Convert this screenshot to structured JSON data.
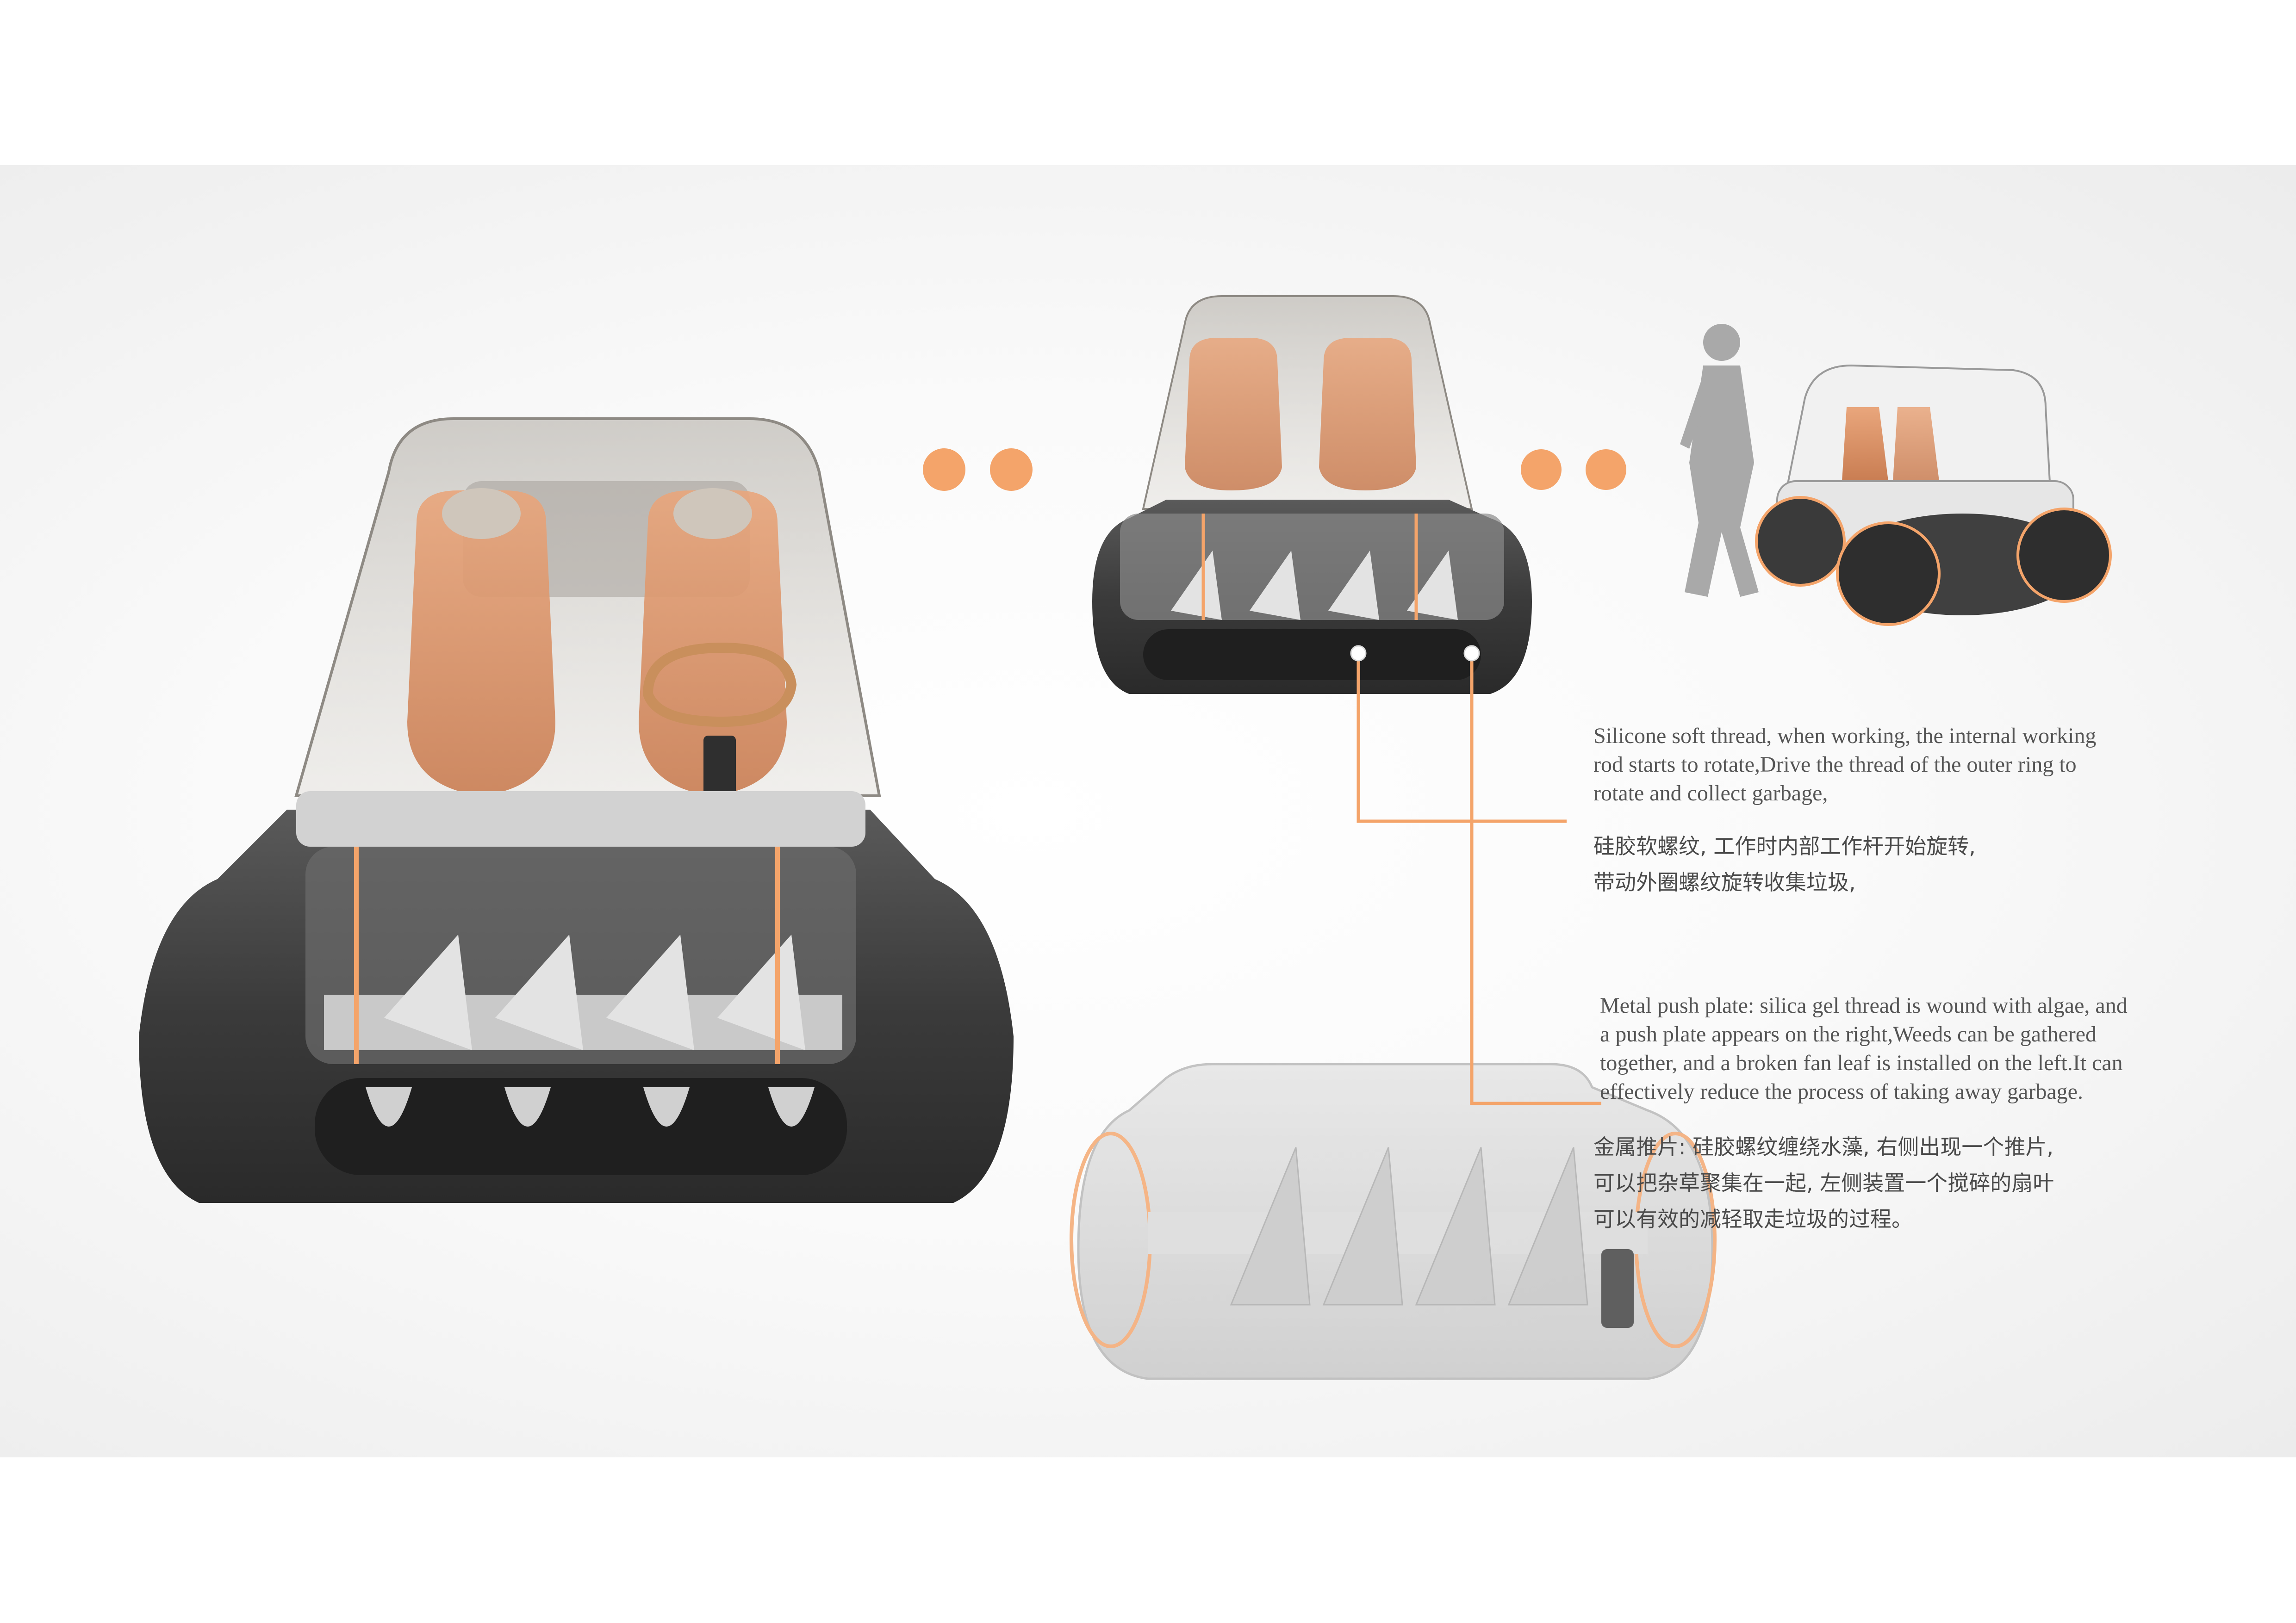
{
  "accent_color": "#f4a46a",
  "annotations": {
    "silicone_thread": {
      "en": "Silicone soft thread, when working, the internal working\nrod starts to rotate,Drive the thread of the outer ring to\nrotate and collect garbage,",
      "cn": "硅胶软螺纹, 工作时内部工作杆开始旋转,\n带动外圈螺纹旋转收集垃圾,"
    },
    "metal_push_plate": {
      "en": "Metal push plate: silica gel thread is wound with algae, and\na push plate appears on the right,Weeds can be gathered\ntogether, and a broken fan leaf is installed on the left.It can\neffectively reduce the process of taking away garbage.",
      "cn": "金属推片: 硅胶螺纹缠绕水藻, 右侧出现一个推片,\n可以把杂草聚集在一起, 左侧装置一个搅碎的扇叶\n可以有效的减轻取走垃圾的过程。"
    }
  },
  "icons": [
    "person-figure-icon",
    "progress-dots-icon"
  ]
}
